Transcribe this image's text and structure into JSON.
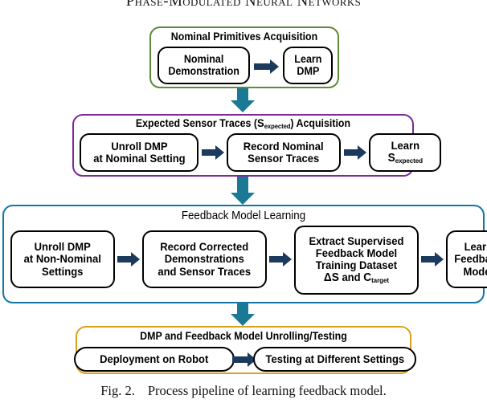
{
  "page": {
    "running_head": "Phase-Modulated Neural Networks",
    "caption_label": "Fig. 2.",
    "caption_text": "Process pipeline of learning feedback model."
  },
  "colors": {
    "stage_nominal_border": "#5C8C36",
    "stage_expected_border": "#7B2A96",
    "stage_feedback_border": "#1277A8",
    "stage_unrolling_border": "#D9A21B",
    "node_border": "#000000",
    "horizontal_arrow": "#1B3A5E",
    "vertical_arrow": "#1A7A96",
    "text": "#000000",
    "background": "#FFFFFF"
  },
  "flow": {
    "stages": [
      {
        "id": "nominal-primitives-acquisition",
        "title": "Nominal Primitives Acquisition",
        "border_color": "#5C8C36",
        "nodes": [
          {
            "id": "nominal-demonstration",
            "lines": [
              "Nominal",
              "Demonstration"
            ]
          },
          {
            "id": "learn-dmp",
            "lines": [
              "Learn",
              "DMP"
            ]
          }
        ]
      },
      {
        "id": "expected-sensor-traces-acquisition",
        "title_parts": {
          "before": "Expected Sensor Traces (",
          "symbol": "S",
          "subscript": "expected",
          "after": ") Acquisition"
        },
        "title": "Expected Sensor Traces (Sexpected) Acquisition",
        "border_color": "#7B2A96",
        "nodes": [
          {
            "id": "unroll-dmp-nominal",
            "lines": [
              "Unroll DMP",
              "at Nominal Setting"
            ]
          },
          {
            "id": "record-nominal-sensor-traces",
            "lines": [
              "Record Nominal",
              "Sensor Traces"
            ]
          },
          {
            "id": "learn-s-expected",
            "lines": [
              "Learn"
            ],
            "symbol": "S",
            "subscript": "expected"
          }
        ]
      },
      {
        "id": "feedback-model-learning",
        "title": "Feedback Model Learning",
        "border_color": "#1277A8",
        "nodes": [
          {
            "id": "unroll-dmp-non-nominal",
            "lines": [
              "Unroll DMP",
              "at Non-Nominal",
              "Settings"
            ]
          },
          {
            "id": "record-corrected-demonstrations",
            "lines": [
              "Record Corrected",
              "Demonstrations",
              "and Sensor Traces"
            ]
          },
          {
            "id": "extract-supervised-training-dataset",
            "lines": [
              "Extract Supervised",
              "Feedback Model",
              "Training Dataset"
            ],
            "formula": {
              "delta": "ΔS",
              "conjunction": " and ",
              "symbol": "C",
              "subscript": "target"
            }
          },
          {
            "id": "learn-feedback-model",
            "lines": [
              "Learn",
              "Feedback",
              "Model"
            ]
          }
        ]
      },
      {
        "id": "dmp-feedback-unrolling-testing",
        "title": "DMP and Feedback Model Unrolling/Testing",
        "border_color": "#D9A21B",
        "nodes": [
          {
            "id": "deployment-on-robot",
            "lines": [
              "Deployment on Robot"
            ]
          },
          {
            "id": "testing-different-settings",
            "lines": [
              "Testing at Different Settings"
            ]
          }
        ]
      }
    ],
    "connectors": {
      "vertical": [
        {
          "id": "connector-nominal-to-expected",
          "from": "nominal-primitives-acquisition",
          "to": "expected-sensor-traces-acquisition"
        },
        {
          "id": "connector-expected-to-feedback",
          "from": "expected-sensor-traces-acquisition",
          "to": "feedback-model-learning"
        },
        {
          "id": "connector-feedback-to-unrolling",
          "from": "feedback-model-learning",
          "to": "dmp-feedback-unrolling-testing"
        }
      ],
      "horizontal_count": 7
    }
  }
}
